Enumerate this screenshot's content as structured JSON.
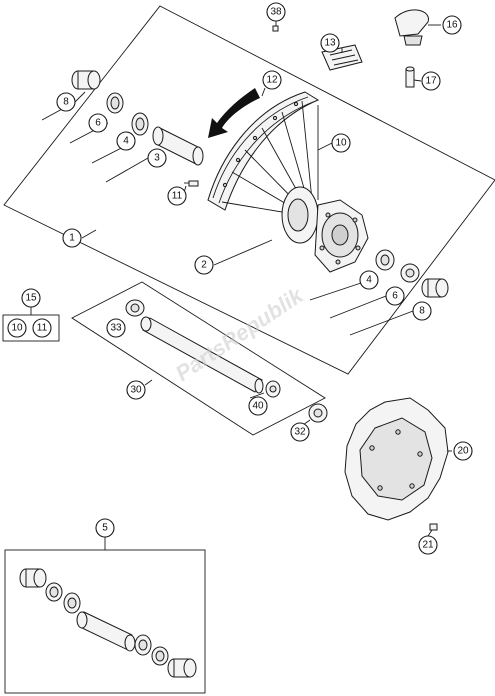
{
  "watermark": "PartsRepublik",
  "callouts": {
    "c1": "1",
    "c2": "2",
    "c3": "3",
    "c4a": "4",
    "c4b": "4",
    "c5": "5",
    "c6a": "6",
    "c6b": "6",
    "c8a": "8",
    "c8b": "8",
    "c10a": "10",
    "c10b": "10",
    "c11a": "11",
    "c11b": "11",
    "c12": "12",
    "c13": "13",
    "c15": "15",
    "c16": "16",
    "c17": "17",
    "c20": "20",
    "c21": "21",
    "c30": "30",
    "c32": "32",
    "c33": "33",
    "c38": "38",
    "c40": "40"
  }
}
